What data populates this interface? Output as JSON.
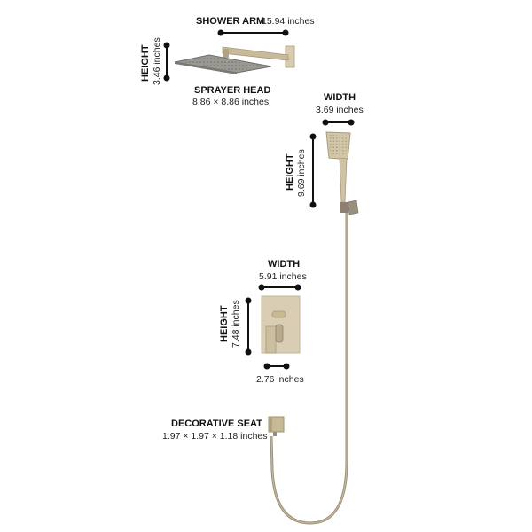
{
  "colors": {
    "background": "#ffffff",
    "finish": "#c9bb9a",
    "finish_dark": "#8c8170",
    "head_gray": "#8f8d88",
    "dimension_line": "#111111"
  },
  "shower_arm": {
    "title": "SHOWER ARM",
    "value": "15.94 inches"
  },
  "sprayer_head": {
    "height_title": "HEIGHT",
    "height_value": "3.46 inches",
    "title": "SPRAYER HEAD",
    "value": "8.86 × 8.86 inches"
  },
  "hand_shower": {
    "width_title": "WIDTH",
    "width_value": "3.69 inches",
    "height_title": "HEIGHT",
    "height_value": "9.69 inches"
  },
  "valve_trim": {
    "width_title": "WIDTH",
    "width_value": "5.91 inches",
    "height_title": "HEIGHT",
    "height_value": "7.48 inches",
    "depth_value": "2.76 inches"
  },
  "decorative_seat": {
    "title": "DECORATIVE SEAT",
    "value": "1.97 × 1.97 × 1.18 inches"
  }
}
